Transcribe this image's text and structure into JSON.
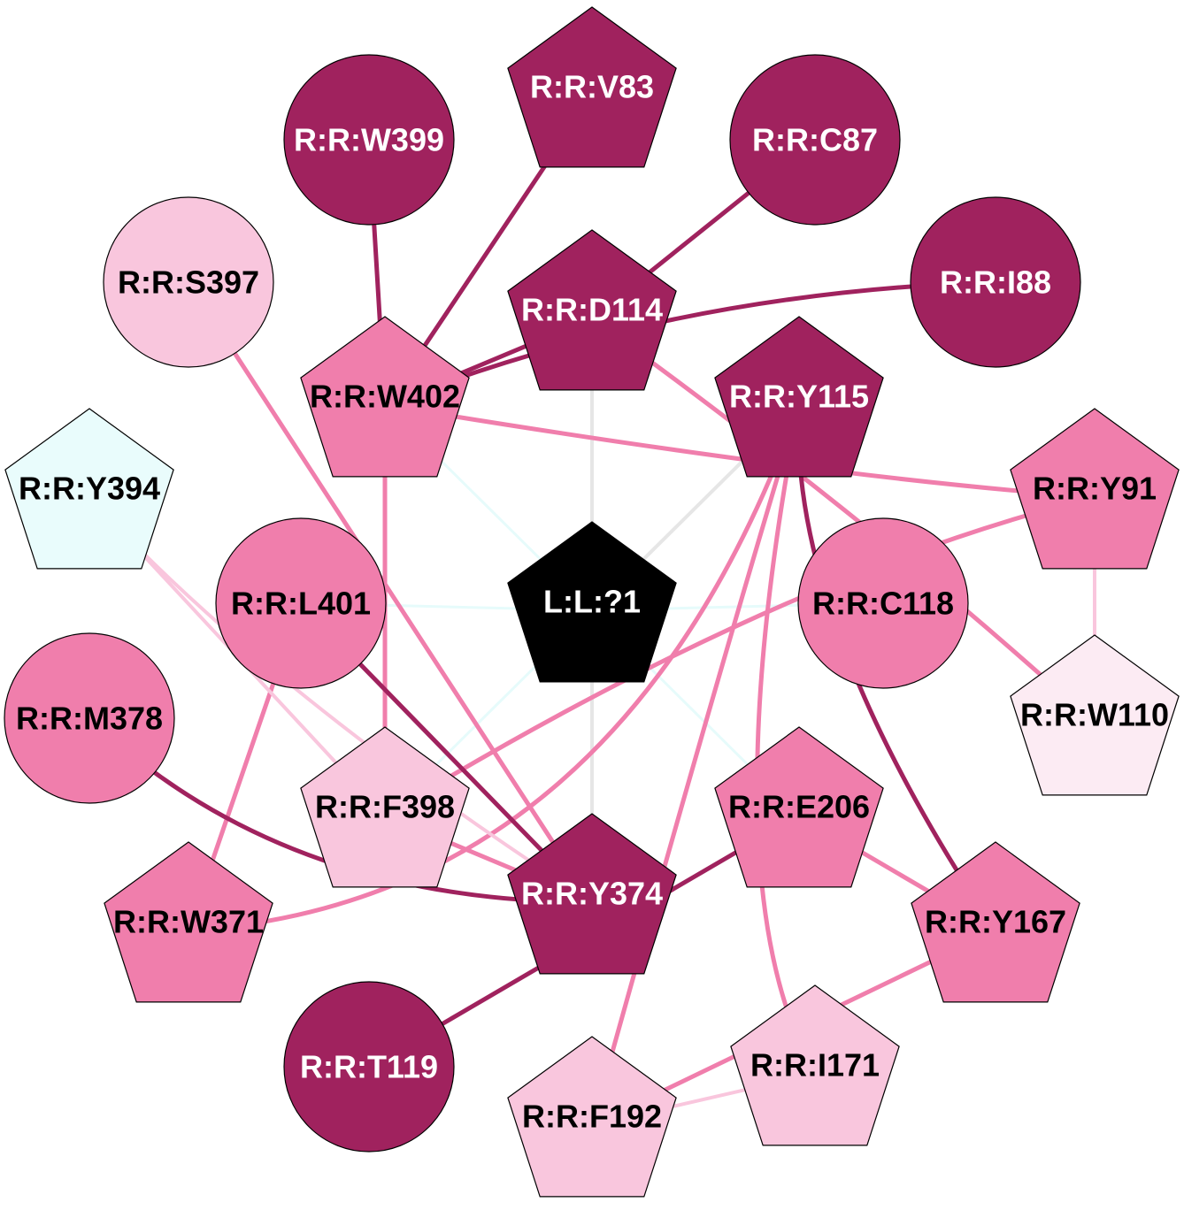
{
  "colors": {
    "dark": "#a0225e",
    "medium": "#f07eac",
    "light": "#f9c6dd",
    "pale": "#fcebf3",
    "cyan": "#e9fcfc",
    "black": "#000000",
    "edge_gray": "#e6e6e6",
    "edge_cyan": "#e6fbfb"
  },
  "nodes": [
    {
      "id": "V83",
      "label": "R:R:V83",
      "shape": "pentagon",
      "fill": "dark"
    },
    {
      "id": "W399",
      "label": "R:R:W399",
      "shape": "circle",
      "fill": "dark"
    },
    {
      "id": "C87",
      "label": "R:R:C87",
      "shape": "circle",
      "fill": "dark"
    },
    {
      "id": "S397",
      "label": "R:R:S397",
      "shape": "circle",
      "fill": "light"
    },
    {
      "id": "D114",
      "label": "R:R:D114",
      "shape": "pentagon",
      "fill": "dark"
    },
    {
      "id": "I88",
      "label": "R:R:I88",
      "shape": "circle",
      "fill": "dark"
    },
    {
      "id": "W402",
      "label": "R:R:W402",
      "shape": "pentagon",
      "fill": "medium"
    },
    {
      "id": "Y115",
      "label": "R:R:Y115",
      "shape": "pentagon",
      "fill": "dark"
    },
    {
      "id": "Y394",
      "label": "R:R:Y394",
      "shape": "pentagon",
      "fill": "cyan"
    },
    {
      "id": "Y91",
      "label": "R:R:Y91",
      "shape": "pentagon",
      "fill": "medium"
    },
    {
      "id": "L401",
      "label": "R:R:L401",
      "shape": "circle",
      "fill": "medium"
    },
    {
      "id": "LIG",
      "label": "L:L:?1",
      "shape": "pentagon",
      "fill": "black"
    },
    {
      "id": "C118",
      "label": "R:R:C118",
      "shape": "circle",
      "fill": "medium"
    },
    {
      "id": "M378",
      "label": "R:R:M378",
      "shape": "circle",
      "fill": "medium"
    },
    {
      "id": "W110",
      "label": "R:R:W110",
      "shape": "pentagon",
      "fill": "pale"
    },
    {
      "id": "F398",
      "label": "R:R:F398",
      "shape": "pentagon",
      "fill": "light"
    },
    {
      "id": "E206",
      "label": "R:R:E206",
      "shape": "pentagon",
      "fill": "medium"
    },
    {
      "id": "Y374",
      "label": "R:R:Y374",
      "shape": "pentagon",
      "fill": "dark"
    },
    {
      "id": "W371",
      "label": "R:R:W371",
      "shape": "pentagon",
      "fill": "medium"
    },
    {
      "id": "Y167",
      "label": "R:R:Y167",
      "shape": "pentagon",
      "fill": "medium"
    },
    {
      "id": "T119",
      "label": "R:R:T119",
      "shape": "circle",
      "fill": "dark"
    },
    {
      "id": "I171",
      "label": "R:R:I171",
      "shape": "pentagon",
      "fill": "light"
    },
    {
      "id": "F192",
      "label": "R:R:F192",
      "shape": "pentagon",
      "fill": "light"
    }
  ],
  "edges": [
    {
      "from": "LIG",
      "to": "D114",
      "color": "edge_gray"
    },
    {
      "from": "LIG",
      "to": "Y115",
      "color": "edge_gray"
    },
    {
      "from": "LIG",
      "to": "Y374",
      "color": "edge_gray"
    },
    {
      "from": "LIG",
      "to": "W402",
      "color": "edge_cyan"
    },
    {
      "from": "LIG",
      "to": "L401",
      "color": "edge_cyan"
    },
    {
      "from": "LIG",
      "to": "C118",
      "color": "edge_cyan"
    },
    {
      "from": "LIG",
      "to": "F398",
      "color": "edge_cyan"
    },
    {
      "from": "LIG",
      "to": "E206",
      "color": "edge_cyan"
    },
    {
      "from": "W402",
      "to": "W399",
      "color": "dark"
    },
    {
      "from": "W402",
      "to": "V83",
      "color": "dark"
    },
    {
      "from": "W402",
      "to": "D114",
      "color": "dark"
    },
    {
      "from": "W402",
      "to": "I88",
      "color": "dark"
    },
    {
      "from": "W402",
      "to": "Y91",
      "color": "medium"
    },
    {
      "from": "W402",
      "to": "F398",
      "color": "medium"
    },
    {
      "from": "D114",
      "to": "C87",
      "color": "dark"
    },
    {
      "from": "D114",
      "to": "W110",
      "color": "medium"
    },
    {
      "from": "Y115",
      "to": "Y167",
      "color": "dark"
    },
    {
      "from": "Y115",
      "to": "F192",
      "color": "medium"
    },
    {
      "from": "Y115",
      "to": "I171",
      "color": "medium"
    },
    {
      "from": "Y115",
      "to": "W371",
      "color": "medium"
    },
    {
      "from": "Y91",
      "to": "F398",
      "color": "medium"
    },
    {
      "from": "Y91",
      "to": "W110",
      "color": "light"
    },
    {
      "from": "S397",
      "to": "Y374",
      "color": "medium"
    },
    {
      "from": "L401",
      "to": "W371",
      "color": "medium"
    },
    {
      "from": "L401",
      "to": "Y374",
      "color": "dark"
    },
    {
      "from": "Y394",
      "to": "F398",
      "color": "light"
    },
    {
      "from": "Y394",
      "to": "Y374",
      "color": "light"
    },
    {
      "from": "M378",
      "to": "Y374",
      "color": "dark"
    },
    {
      "from": "F398",
      "to": "Y374",
      "color": "medium"
    },
    {
      "from": "E206",
      "to": "Y167",
      "color": "medium"
    },
    {
      "from": "E206",
      "to": "T119",
      "color": "dark"
    },
    {
      "from": "Y167",
      "to": "F192",
      "color": "medium"
    },
    {
      "from": "I171",
      "to": "F192",
      "color": "light"
    }
  ]
}
